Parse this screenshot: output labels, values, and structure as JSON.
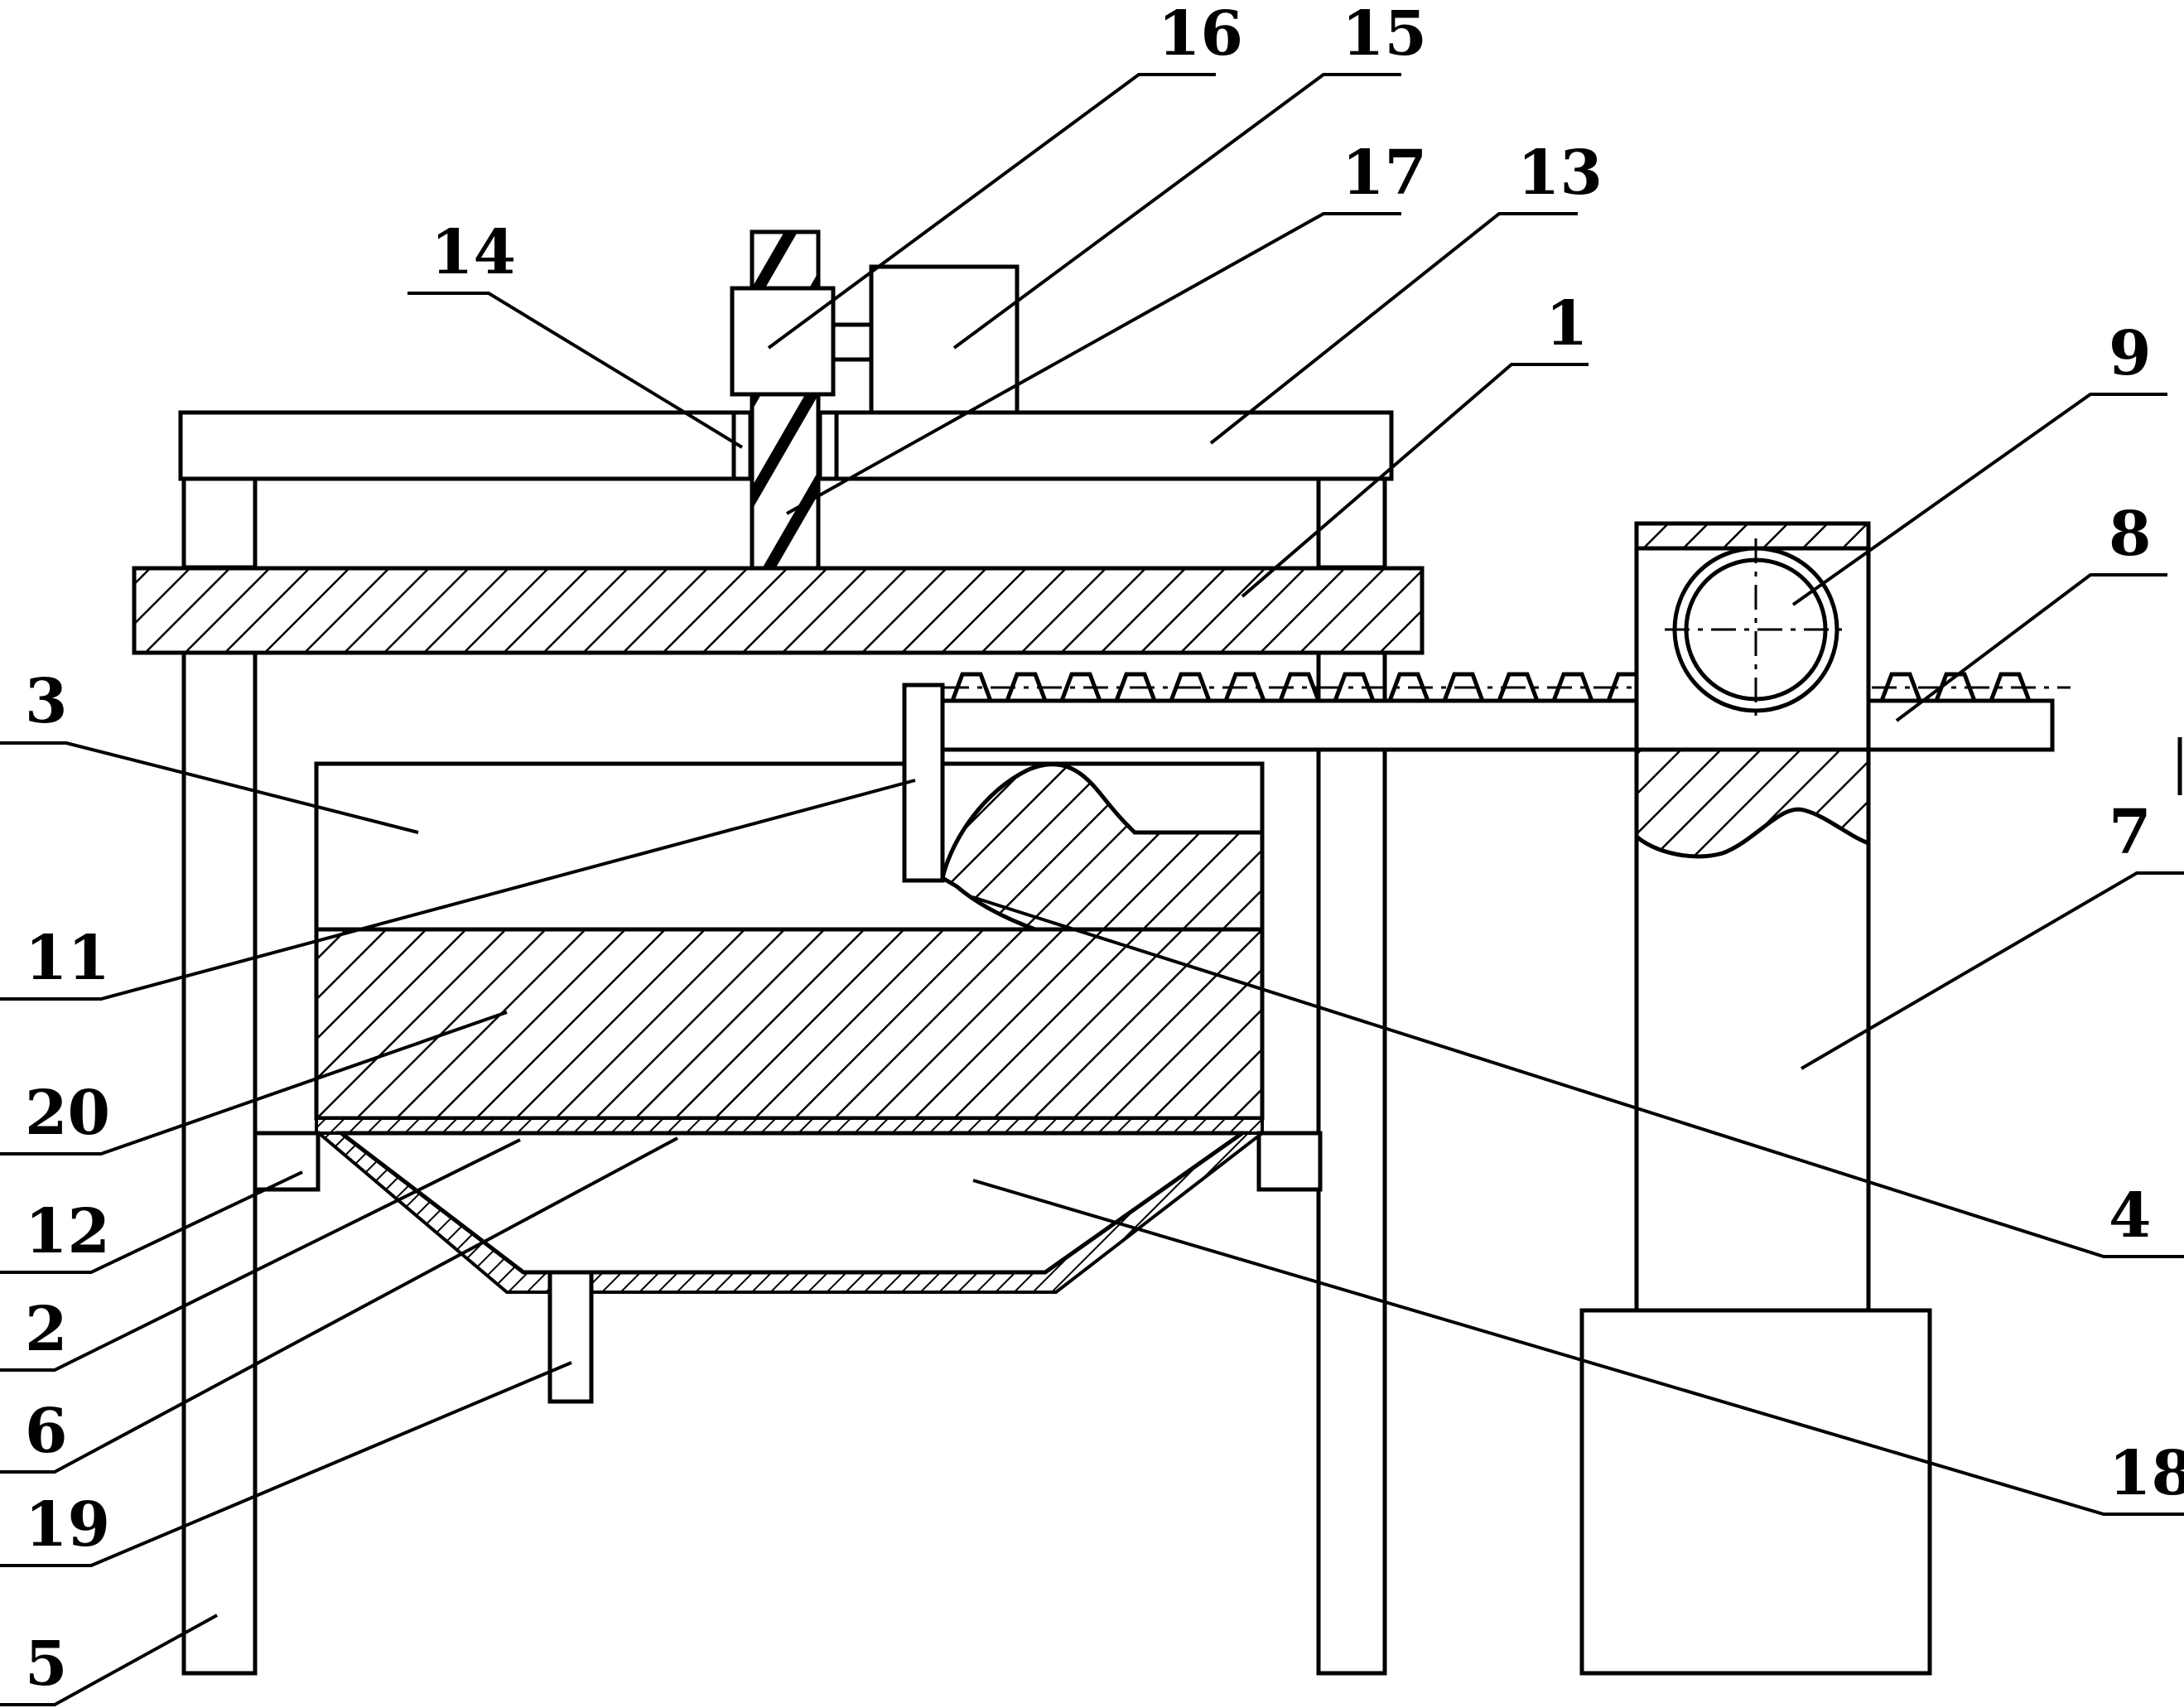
{
  "labels": {
    "l1": "1",
    "l2": "2",
    "l3": "3",
    "l4": "4",
    "l5": "5",
    "l6": "6",
    "l7": "7",
    "l8": "8",
    "l9": "9",
    "l11": "11",
    "l12": "12",
    "l13": "13",
    "l14": "14",
    "l15": "15",
    "l16": "16",
    "l17": "17",
    "l18": "18",
    "l19": "19",
    "l20": "20"
  },
  "colors": {
    "ink": "#000000",
    "paper": "#ffffff"
  }
}
